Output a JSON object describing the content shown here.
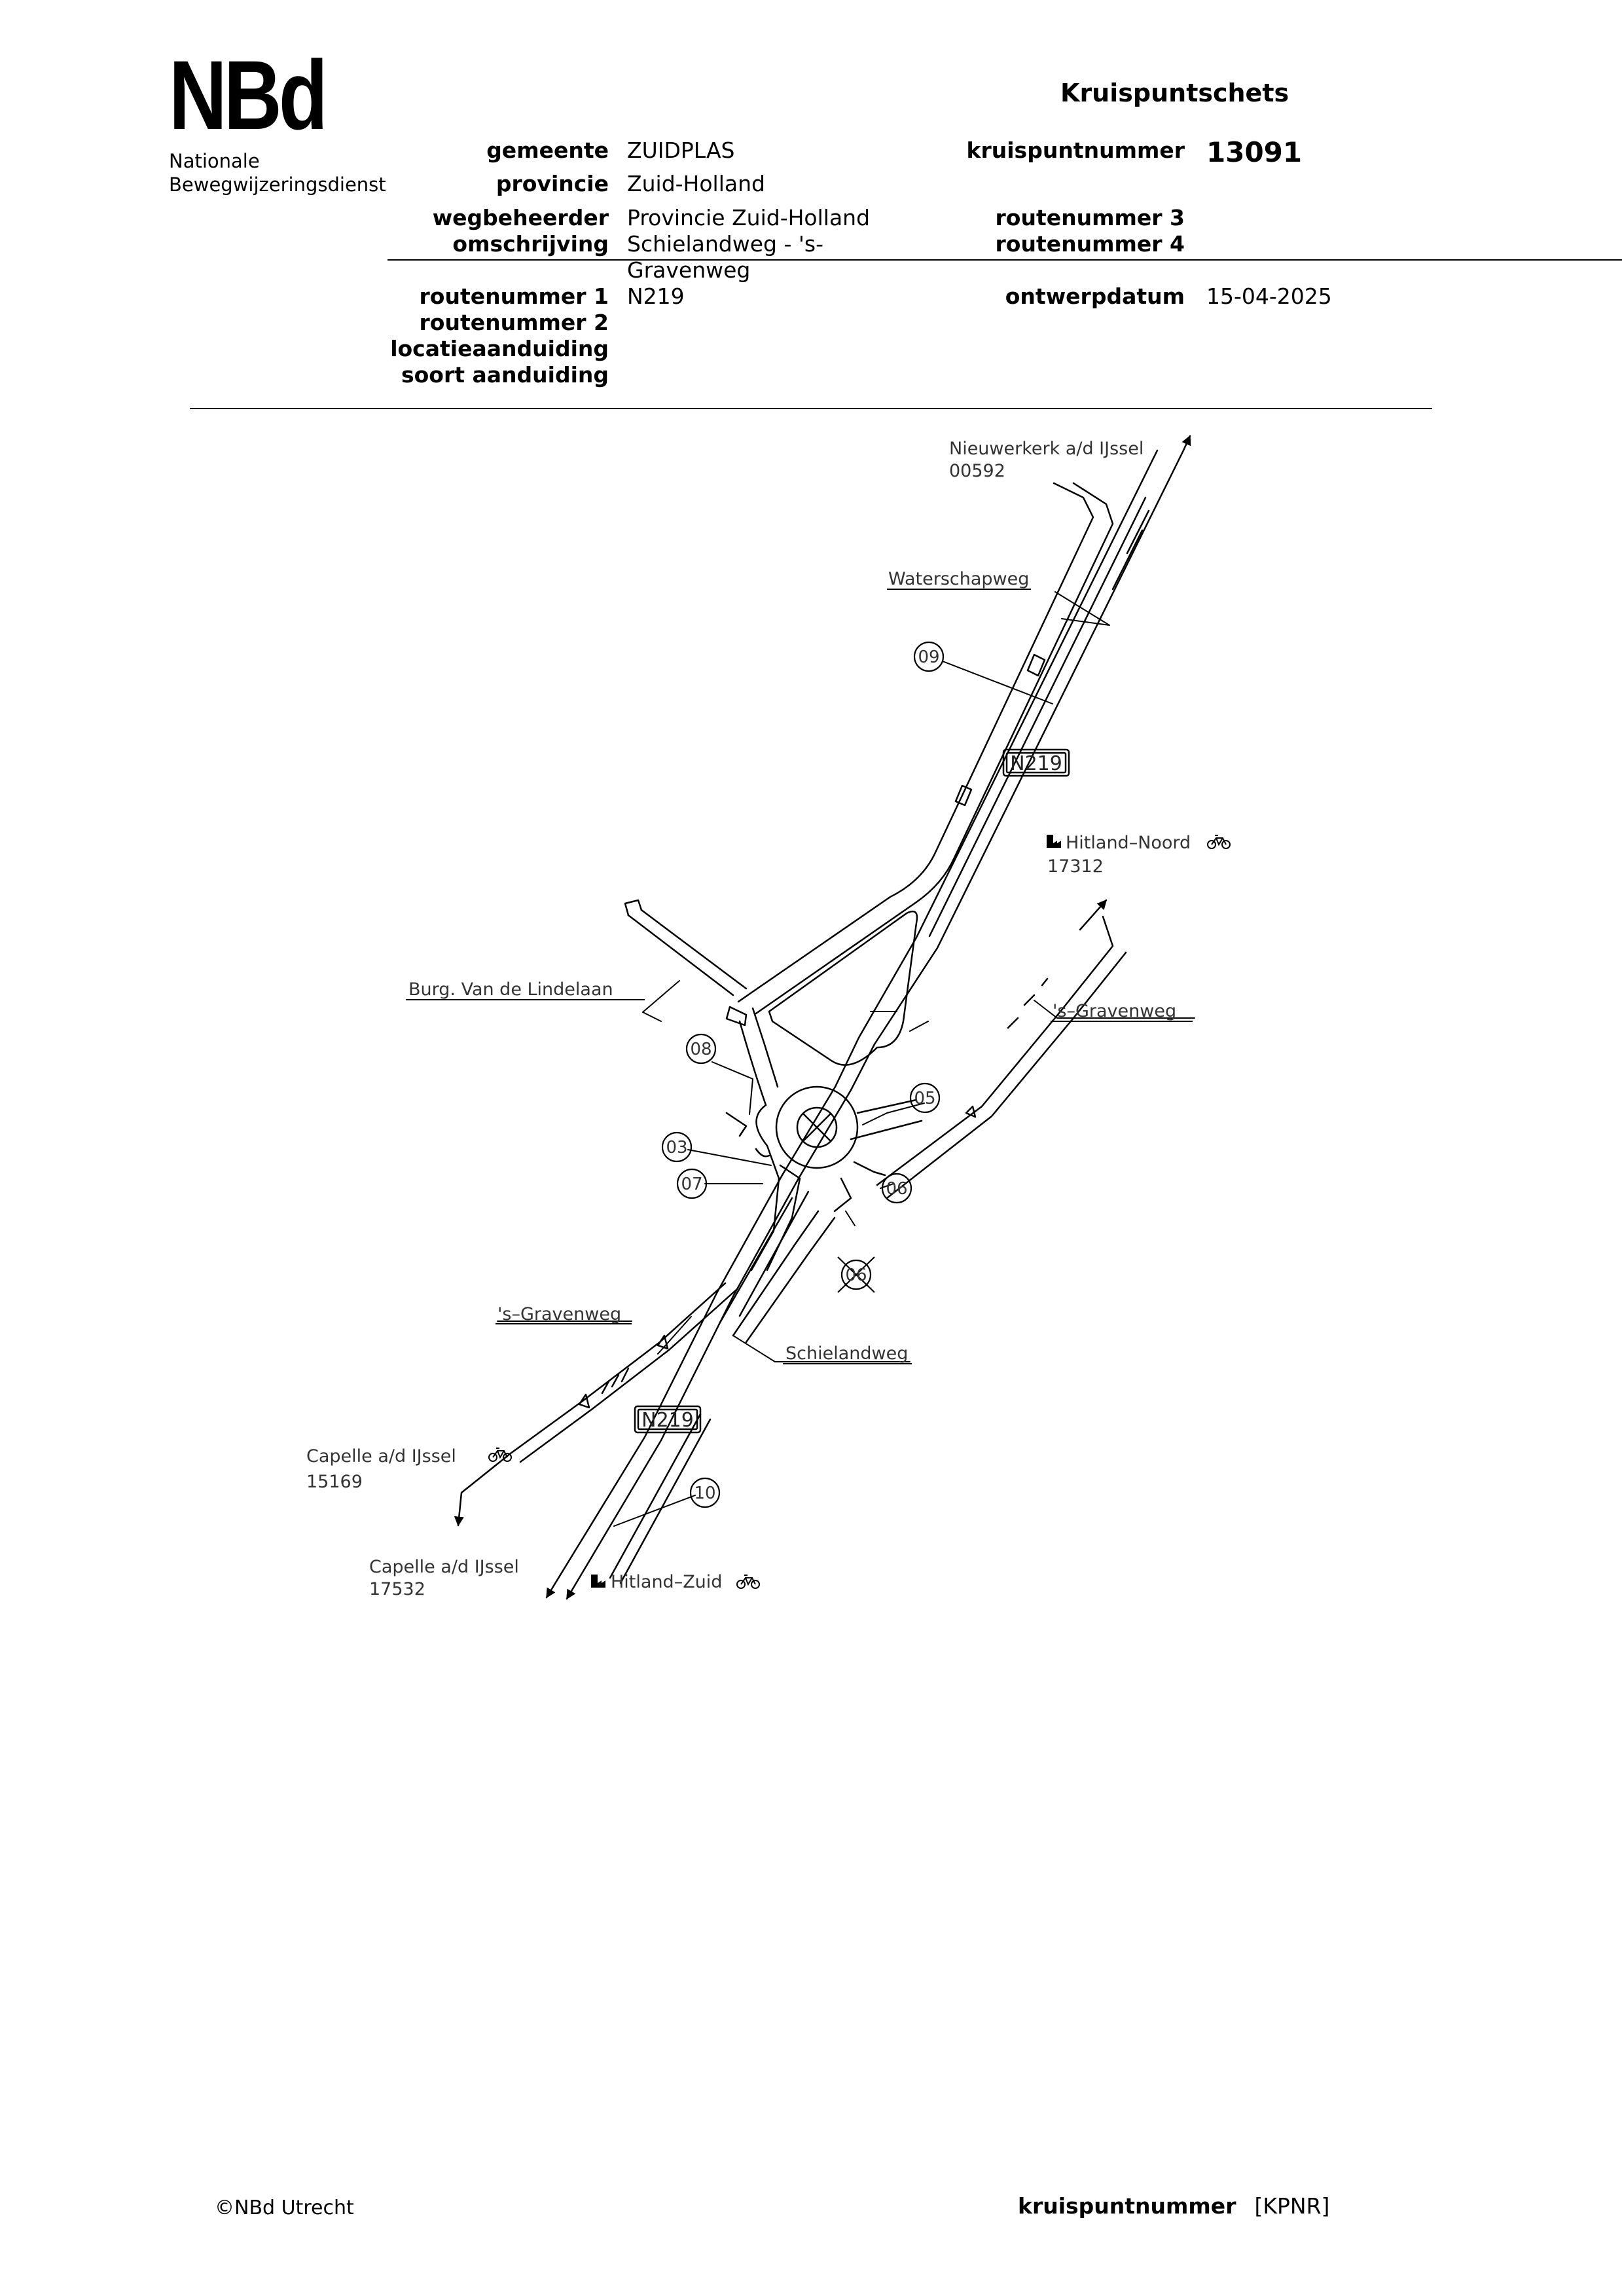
{
  "logo": {
    "mark": "NBd",
    "line1": "Nationale",
    "line2": "Bewegwijzeringsdienst"
  },
  "title": "Kruispuntschets",
  "fields": {
    "gemeente": {
      "label": "gemeente",
      "value": "ZUIDPLAS"
    },
    "provincie": {
      "label": "provincie",
      "value": "Zuid-Holland"
    },
    "wegbeheerder": {
      "label": "wegbeheerder",
      "value": "Provincie Zuid-Holland"
    },
    "omschrijving": {
      "label": "omschrijving",
      "value_line1": "Schielandweg - 's-",
      "value_line2": "Gravenweg"
    },
    "routenummer1": {
      "label": "routenummer 1",
      "value": "N219"
    },
    "routenummer2": {
      "label": "routenummer 2",
      "value": ""
    },
    "locatieaanduiding": {
      "label": "locatieaanduiding",
      "value": ""
    },
    "soort_aanduiding": {
      "label": "soort aanduiding",
      "value": ""
    },
    "kruispuntnummer": {
      "label": "kruispuntnummer",
      "value": "13091"
    },
    "routenummer3": {
      "label": "routenummer 3",
      "value": ""
    },
    "routenummer4": {
      "label": "routenummer 4",
      "value": ""
    },
    "ontwerpdatum": {
      "label": "ontwerpdatum",
      "value": "15-04-2025"
    }
  },
  "map": {
    "destinations": {
      "nieuwerkerk": {
        "name": "Nieuwerkerk a/d IJssel",
        "code": "00592"
      },
      "hitland_noord": {
        "name": "Hitland–Noord",
        "code": "17312"
      },
      "capelle_bike": {
        "name": "Capelle a/d IJssel",
        "code": "15169"
      },
      "capelle": {
        "name": "Capelle a/d IJssel",
        "code": "17532"
      },
      "hitland_zuid": {
        "name": "Hitland–Zuid"
      }
    },
    "roads": {
      "waterschapweg": "Waterschapweg",
      "burg": "Burg. Van de Lindelaan",
      "gravenweg_ne": "'s–Gravenweg",
      "gravenweg_sw": "'s–Gravenweg",
      "schielandweg": "Schielandweg"
    },
    "route_shields": {
      "north": "N219",
      "south": "N219"
    },
    "sign_numbers": {
      "s09": "09",
      "s08": "08",
      "s05": "05",
      "s03": "03",
      "s07": "07",
      "s06": "06",
      "s06x": "06",
      "s10": "10"
    }
  },
  "footer": {
    "copyright": "©NBd Utrecht",
    "label": "kruispuntnummer",
    "value": "[KPNR]"
  }
}
